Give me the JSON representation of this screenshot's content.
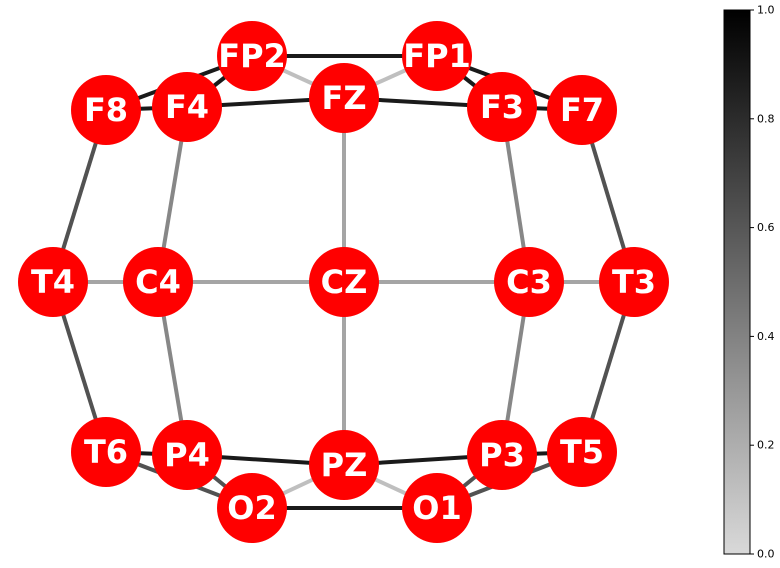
{
  "node_color": "#ff0000",
  "label_color": "#ffffff",
  "nodes": [
    {
      "id": "FP2",
      "label": "FP2"
    },
    {
      "id": "FP1",
      "label": "FP1"
    },
    {
      "id": "F8",
      "label": "F8"
    },
    {
      "id": "F4",
      "label": "F4"
    },
    {
      "id": "FZ",
      "label": "FZ"
    },
    {
      "id": "F3",
      "label": "F3"
    },
    {
      "id": "F7",
      "label": "F7"
    },
    {
      "id": "T4",
      "label": "T4"
    },
    {
      "id": "C4",
      "label": "C4"
    },
    {
      "id": "CZ",
      "label": "CZ"
    },
    {
      "id": "C3",
      "label": "C3"
    },
    {
      "id": "T3",
      "label": "T3"
    },
    {
      "id": "T6",
      "label": "T6"
    },
    {
      "id": "P4",
      "label": "P4"
    },
    {
      "id": "PZ",
      "label": "PZ"
    },
    {
      "id": "P3",
      "label": "P3"
    },
    {
      "id": "T5",
      "label": "T5"
    },
    {
      "id": "O2",
      "label": "O2"
    },
    {
      "id": "O1",
      "label": "O1"
    }
  ],
  "edges": [
    {
      "from": "FP2",
      "to": "FP1",
      "weight": 0.88
    },
    {
      "from": "FP2",
      "to": "F8",
      "weight": 0.88
    },
    {
      "from": "FP2",
      "to": "F4",
      "weight": 0.88
    },
    {
      "from": "FP2",
      "to": "FZ",
      "weight": 0.12
    },
    {
      "from": "FP1",
      "to": "FZ",
      "weight": 0.12
    },
    {
      "from": "FP1",
      "to": "F3",
      "weight": 0.88
    },
    {
      "from": "FP1",
      "to": "F7",
      "weight": 0.88
    },
    {
      "from": "F8",
      "to": "F4",
      "weight": 0.88
    },
    {
      "from": "F4",
      "to": "FZ",
      "weight": 0.88
    },
    {
      "from": "FZ",
      "to": "F3",
      "weight": 0.88
    },
    {
      "from": "F3",
      "to": "F7",
      "weight": 0.88
    },
    {
      "from": "F8",
      "to": "T4",
      "weight": 0.62
    },
    {
      "from": "F7",
      "to": "T3",
      "weight": 0.62
    },
    {
      "from": "F4",
      "to": "C4",
      "weight": 0.38
    },
    {
      "from": "F3",
      "to": "C3",
      "weight": 0.38
    },
    {
      "from": "FZ",
      "to": "CZ",
      "weight": 0.24
    },
    {
      "from": "T4",
      "to": "C4",
      "weight": 0.24
    },
    {
      "from": "C4",
      "to": "CZ",
      "weight": 0.24
    },
    {
      "from": "CZ",
      "to": "C3",
      "weight": 0.24
    },
    {
      "from": "C3",
      "to": "T3",
      "weight": 0.24
    },
    {
      "from": "T4",
      "to": "T6",
      "weight": 0.62
    },
    {
      "from": "T3",
      "to": "T5",
      "weight": 0.62
    },
    {
      "from": "C4",
      "to": "P4",
      "weight": 0.38
    },
    {
      "from": "C3",
      "to": "P3",
      "weight": 0.38
    },
    {
      "from": "CZ",
      "to": "PZ",
      "weight": 0.24
    },
    {
      "from": "T6",
      "to": "P4",
      "weight": 0.88
    },
    {
      "from": "P4",
      "to": "PZ",
      "weight": 0.88
    },
    {
      "from": "PZ",
      "to": "P3",
      "weight": 0.88
    },
    {
      "from": "P3",
      "to": "T5",
      "weight": 0.88
    },
    {
      "from": "T6",
      "to": "O2",
      "weight": 0.62
    },
    {
      "from": "P4",
      "to": "O2",
      "weight": 0.62
    },
    {
      "from": "T5",
      "to": "O1",
      "weight": 0.62
    },
    {
      "from": "P3",
      "to": "O1",
      "weight": 0.62
    },
    {
      "from": "O2",
      "to": "O1",
      "weight": 0.88
    },
    {
      "from": "O2",
      "to": "PZ",
      "weight": 0.12
    },
    {
      "from": "O1",
      "to": "PZ",
      "weight": 0.12
    }
  ],
  "colorbar": {
    "min": 0.0,
    "max": 1.0,
    "ticks": [
      "0.0",
      "0.2",
      "0.4",
      "0.6",
      "0.8",
      "1.0"
    ],
    "min_color": "#d9d9d9",
    "max_color": "#000000"
  }
}
